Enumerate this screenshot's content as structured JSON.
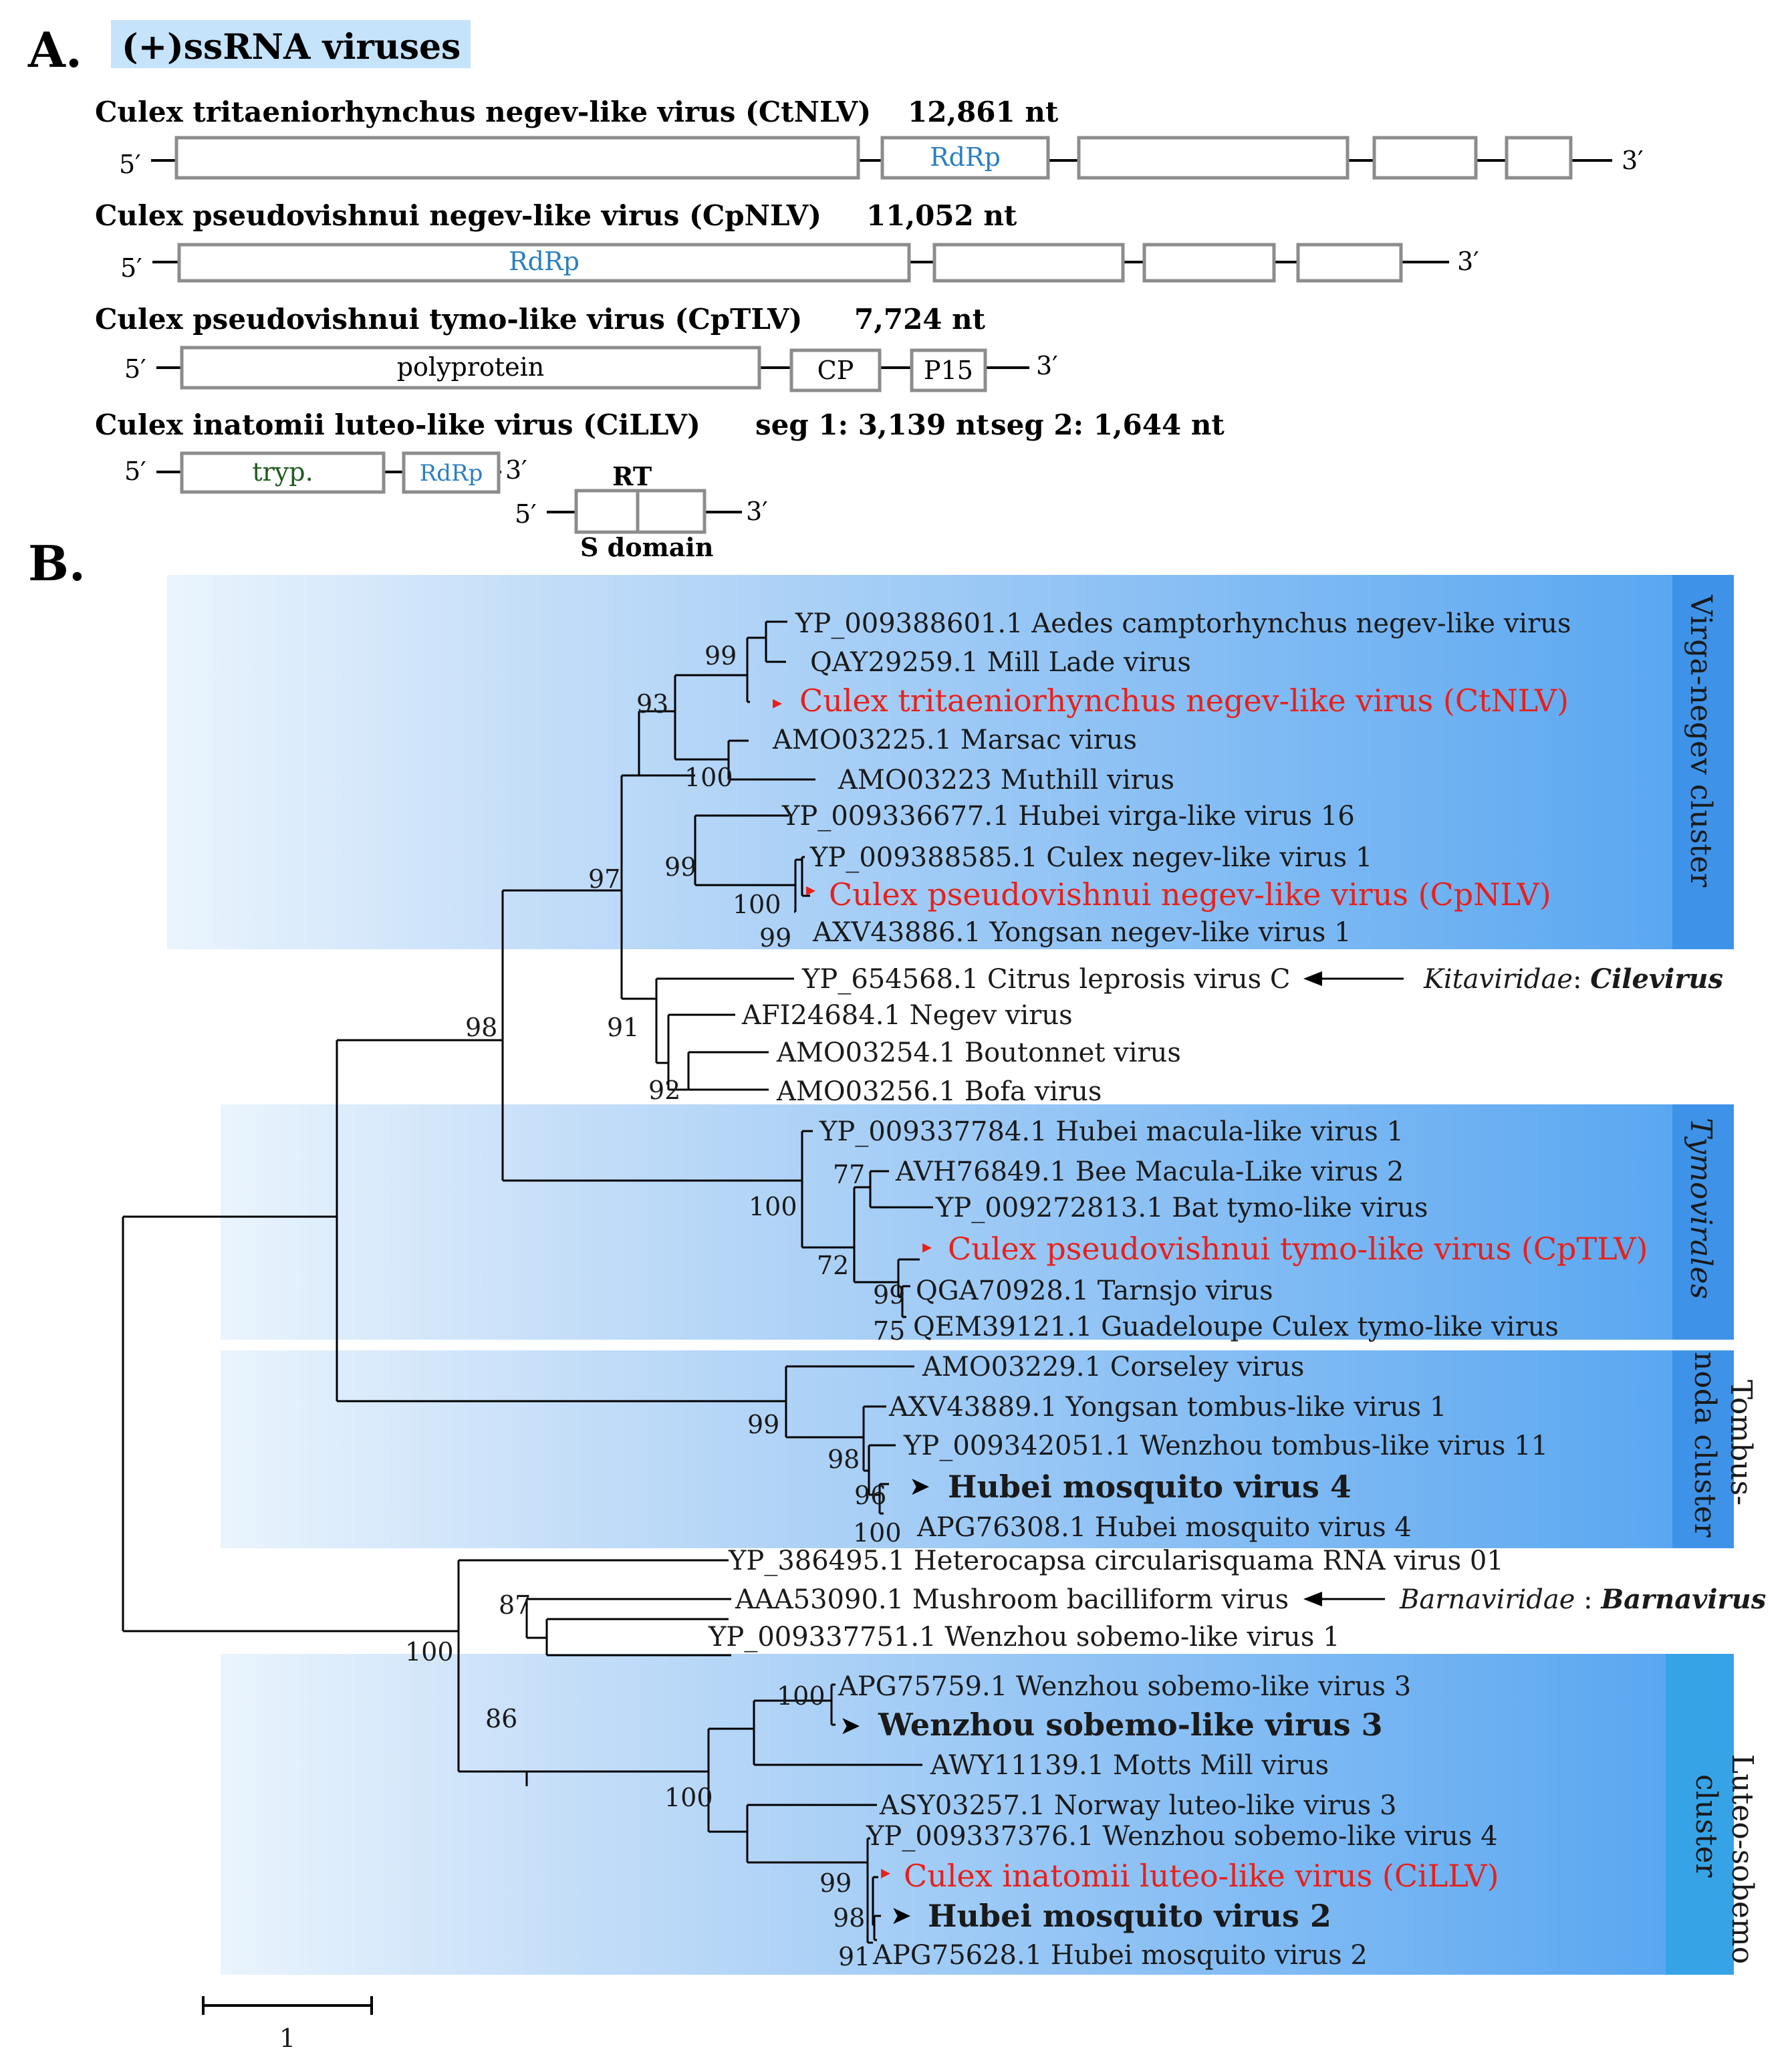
{
  "panel_a": {
    "label": "A.",
    "title": "(+)ssRNA viruses",
    "title_bg": "#c5e3fb",
    "five_prime": "5′",
    "three_prime": "3′",
    "genomes": [
      {
        "name": "Culex tritaeniorhynchus negev-like virus (CtNLV)",
        "length": "12,861 nt",
        "boxes": [
          {
            "label": ""
          },
          {
            "label": "RdRp"
          },
          {
            "label": ""
          },
          {
            "label": ""
          },
          {
            "label": ""
          }
        ]
      },
      {
        "name": "Culex pseudovishnui negev-like virus (CpNLV)",
        "length": "11,052 nt",
        "boxes": [
          {
            "label": "RdRp"
          },
          {
            "label": ""
          },
          {
            "label": ""
          },
          {
            "label": ""
          }
        ]
      },
      {
        "name": "Culex pseudovishnui tymo-like virus (CpTLV)",
        "length": "7,724 nt",
        "boxes": [
          {
            "label": "polyprotein"
          },
          {
            "label": "CP"
          },
          {
            "label": "P15"
          }
        ]
      },
      {
        "name": "Culex inatomii luteo-like virus (CiLLV)",
        "length": "seg 1: 3,139 nt",
        "length2": "seg 2: 1,644 nt",
        "boxes": [
          {
            "label": "tryp."
          },
          {
            "label": "RdRp"
          }
        ],
        "seg2_top": "RT",
        "seg2_bottom": "S domain"
      }
    ],
    "colors": {
      "rdrp": "#2a7fc1",
      "tryp": "#1e5c1e",
      "box_stroke": "#8c8c8c"
    }
  },
  "panel_b": {
    "label": "B.",
    "highlight_color": "#e8201a",
    "clusters": [
      {
        "label": "Virga-negev cluster",
        "style": "normal"
      },
      {
        "label": "Tymovirales",
        "style": "italic"
      },
      {
        "label_line1": "Tombus-",
        "label_line2": "noda cluster",
        "style": "normal"
      },
      {
        "label_line1": "Luteo-sobemo",
        "label_line2": "cluster",
        "style": "normal"
      }
    ],
    "leaves": [
      {
        "text": "YP_009388601.1 Aedes camptorhynchus negev-like virus",
        "style": "normal"
      },
      {
        "text": "QAY29259.1 Mill Lade virus",
        "style": "normal"
      },
      {
        "text": "Culex tritaeniorhynchus negev-like virus (CtNLV)",
        "style": "red"
      },
      {
        "text": "AMO03225.1 Marsac virus",
        "style": "normal"
      },
      {
        "text": "AMO03223 Muthill virus",
        "style": "normal"
      },
      {
        "text": "YP_009336677.1 Hubei virga-like virus 16",
        "style": "normal"
      },
      {
        "text": "YP_009388585.1 Culex negev-like virus 1",
        "style": "normal"
      },
      {
        "text": "Culex pseudovishnui negev-like virus (CpNLV)",
        "style": "red"
      },
      {
        "text": "AXV43886.1 Yongsan negev-like virus 1",
        "style": "normal"
      },
      {
        "text": "YP_654568.1 Citrus leprosis virus C",
        "style": "normal"
      },
      {
        "text": "AFI24684.1 Negev virus",
        "style": "normal"
      },
      {
        "text": "AMO03254.1 Boutonnet virus",
        "style": "normal"
      },
      {
        "text": "AMO03256.1 Bofa virus",
        "style": "normal"
      },
      {
        "text": "YP_009337784.1 Hubei macula-like virus 1",
        "style": "normal"
      },
      {
        "text": "AVH76849.1 Bee Macula-Like virus 2",
        "style": "normal"
      },
      {
        "text": "YP_009272813.1 Bat tymo-like virus",
        "style": "normal"
      },
      {
        "text": "Culex pseudovishnui tymo-like virus (CpTLV)",
        "style": "red"
      },
      {
        "text": "QGA70928.1 Tarnsjo virus",
        "style": "normal"
      },
      {
        "text": "QEM39121.1 Guadeloupe  Culex tymo-like virus",
        "style": "normal"
      },
      {
        "text": "AMO03229.1 Corseley virus",
        "style": "normal"
      },
      {
        "text": "AXV43889.1 Yongsan tombus-like virus 1",
        "style": "normal"
      },
      {
        "text": "YP_009342051.1 Wenzhou tombus-like virus 11",
        "style": "normal"
      },
      {
        "text": "Hubei mosquito virus 4",
        "style": "bold"
      },
      {
        "text": "APG76308.1 Hubei mosquito virus 4",
        "style": "normal"
      },
      {
        "text": "YP_386495.1  Heterocapsa circularisquama RNA virus 01",
        "style": "normal"
      },
      {
        "text": "AAA53090.1 Mushroom bacilliform virus",
        "style": "normal"
      },
      {
        "text": "YP_009337751.1 Wenzhou sobemo-like virus 1",
        "style": "normal"
      },
      {
        "text": "APG75759.1 Wenzhou sobemo-like virus 3",
        "style": "normal"
      },
      {
        "text": "Wenzhou sobemo-like virus 3",
        "style": "bold"
      },
      {
        "text": "AWY11139.1 Motts Mill virus",
        "style": "normal"
      },
      {
        "text": "ASY03257.1 Norway luteo-like virus 3",
        "style": "normal"
      },
      {
        "text": "YP_009337376.1 Wenzhou sobemo-like virus 4",
        "style": "normal"
      },
      {
        "text": "Culex inatomii luteo-like virus (CiLLV)",
        "style": "red"
      },
      {
        "text": "Hubei mosquito virus 2",
        "style": "bold"
      },
      {
        "text": "APG75628.1 Hubei mosquito virus 2",
        "style": "normal"
      }
    ],
    "bootstrap": [
      "99",
      "93",
      "100",
      "99",
      "100",
      "99",
      "97",
      "98",
      "91",
      "92",
      "77",
      "100",
      "72",
      "99",
      "75",
      "99",
      "98",
      "96",
      "100",
      "87",
      "100",
      "86",
      "100",
      "100",
      "99",
      "98",
      "91"
    ],
    "family_labels": [
      {
        "italic": "Kitaviridae",
        "sep": ": ",
        "genus": "Cilevirus"
      },
      {
        "italic": "Barnaviridae",
        "sep": " : ",
        "genus": "Barnavirus"
      }
    ],
    "scale": "1"
  }
}
